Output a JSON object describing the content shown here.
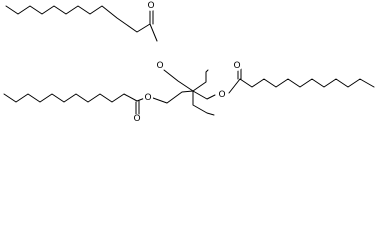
{
  "molecule": {
    "atoms": {
      "o_top_carbonyl": "O",
      "o_top_ester": "O",
      "o_left_carbonyl": "O",
      "o_left_ester": "O",
      "o_right_carbonyl": "O",
      "o_right_ester": "O"
    }
  },
  "colors": {
    "bond": "#000000",
    "background": "#ffffff"
  }
}
